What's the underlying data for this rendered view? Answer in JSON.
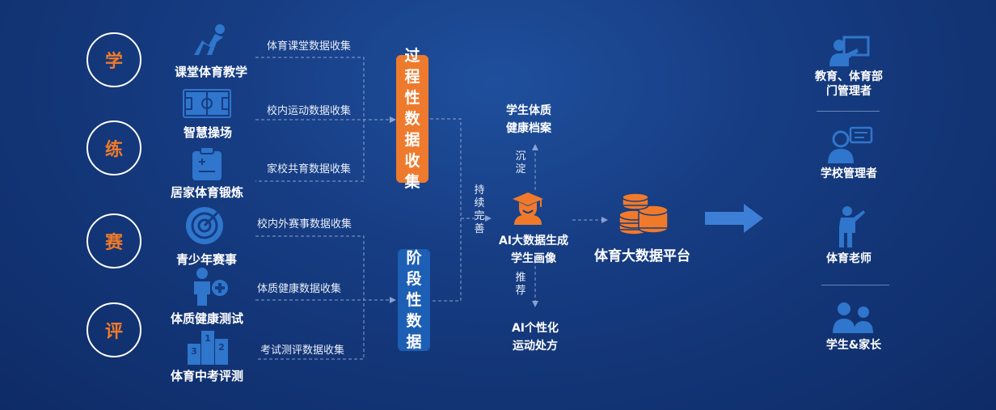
{
  "stages": [
    "学",
    "练",
    "赛",
    "评"
  ],
  "sources": [
    {
      "icon": "stretching-person-icon",
      "label": "课堂体育教学"
    },
    {
      "icon": "football-field-icon",
      "label": "智慧操场"
    },
    {
      "icon": "clipboard-icon",
      "label": "居家体育锻炼"
    },
    {
      "icon": "target-icon",
      "label": "青少年赛事"
    },
    {
      "icon": "person-plus-icon",
      "label": "体质健康测试"
    },
    {
      "icon": "podium-icon",
      "label": "体育中考评测"
    }
  ],
  "collections": [
    "体育课堂数据收集",
    "校内运动数据收集",
    "家校共育数据收集",
    "校内外赛事数据收集",
    "体质健康数据收集",
    "考试测评数据收集"
  ],
  "process_box": {
    "chars": [
      "过",
      "程",
      "性",
      "数",
      "据",
      "收",
      "集"
    ],
    "color": "#ee7a2d"
  },
  "stage_box": {
    "chars": [
      "阶",
      "段",
      "性",
      "数",
      "据"
    ],
    "color": "#1d5fb4"
  },
  "continuous": [
    "持",
    "续",
    "完",
    "善"
  ],
  "health_record": [
    "学生体质",
    "健康档案"
  ],
  "settle": [
    "沉",
    "淀"
  ],
  "portrait": [
    "AI大数据生成",
    "学生画像"
  ],
  "recommend": [
    "推",
    "荐"
  ],
  "prescription": [
    "AI个性化",
    "运动处方"
  ],
  "platform": "体育大数据平台",
  "roles": [
    {
      "icon": "presenter-icon",
      "label": [
        "教育、体育部",
        "门管理者"
      ]
    },
    {
      "icon": "manager-icon",
      "label": [
        "学校管理者"
      ]
    },
    {
      "icon": "teacher-icon",
      "label": [
        "体育老师"
      ]
    },
    {
      "icon": "student-parent-icon",
      "label": [
        "学生&家长"
      ]
    }
  ],
  "colors": {
    "accent_orange": "#f07a2a",
    "icon_blue": "#2f76cc",
    "box_blue": "#1d5fb4"
  }
}
